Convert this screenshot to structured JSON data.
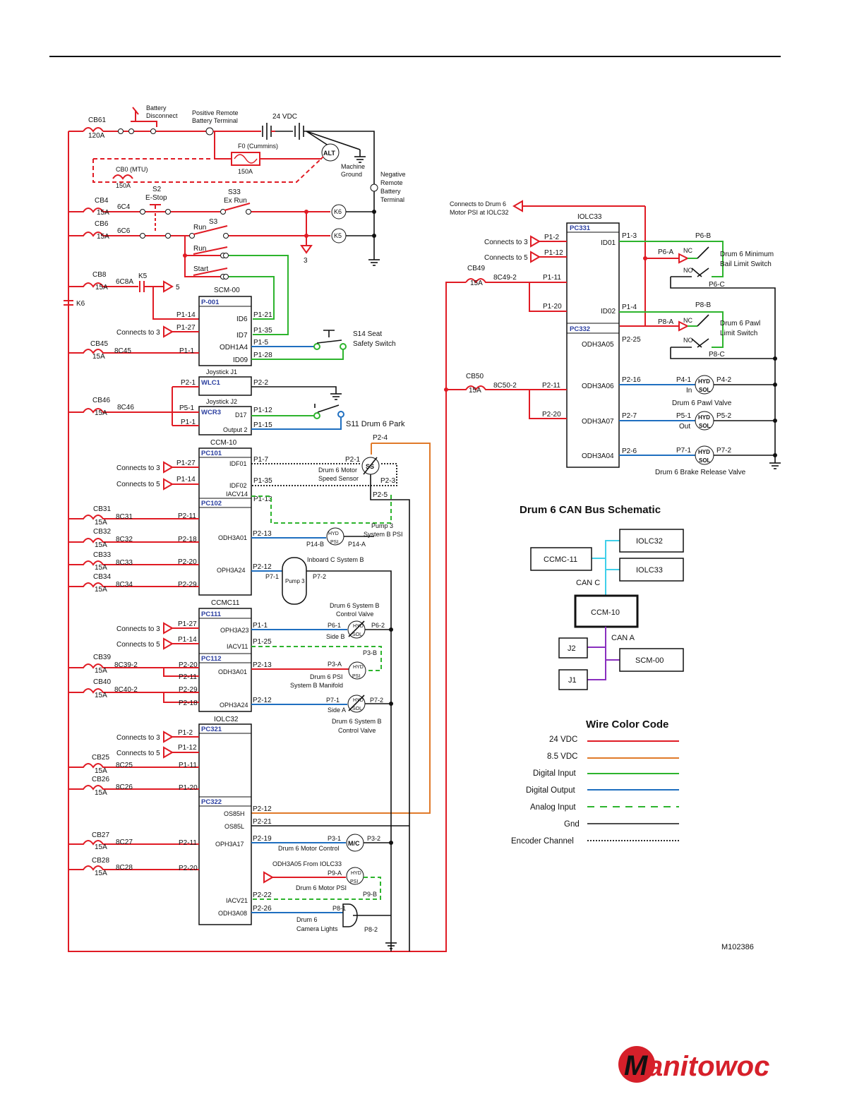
{
  "battery": {
    "cb61": "CB61",
    "cb61_amp": "120A",
    "disconnect": [
      "Battery",
      "Disconnect"
    ],
    "positive_terminal": [
      "Positive Remote",
      "Battery Terminal"
    ],
    "vdc": "24 VDC",
    "f0": "F0 (Cummins)",
    "f0_amp": "150A",
    "cb0": "CB0 (MTU)",
    "cb0_amp": "150A",
    "alt": "ALT",
    "machine_ground": [
      "Machine",
      "Ground"
    ],
    "negative_terminal": [
      "Negative",
      "Remote",
      "Battery",
      "Terminal"
    ]
  },
  "estop": {
    "cb4": "CB4",
    "cb4_amp": "15A",
    "w6c4": "6C4",
    "s2": "S2",
    "s2_name": "E-Stop",
    "s33": "S33",
    "s33_name": "Ex Run",
    "cb6": "CB6",
    "cb6_amp": "15A",
    "w6c6": "6C6",
    "s3": "S3",
    "run1": "Run",
    "run2": "Run",
    "start": "Start",
    "k6": "K6",
    "k5": "K5",
    "ref3": "3",
    "cb8": "CB8",
    "cb8_amp": "15A",
    "w6c8a": "6C8A",
    "k5lbl": "K5",
    "ref5": "5",
    "k6lbl": "K6"
  },
  "scm00": {
    "title": "SCM-00",
    "pc": "P-001",
    "p1_14": "P1-14",
    "p1_27": "P1-27",
    "connects3": "Connects to 3",
    "cb45": "CB45",
    "cb45_amp": "15A",
    "w8c45": "8C45",
    "p1_1": "P1-1",
    "id6": "ID6",
    "id7": "ID7",
    "odh1a4": "ODH1A4",
    "id09": "ID09",
    "p1_21": "P1-21",
    "p1_35": "P1-35",
    "p1_5": "P1-5",
    "p1_28": "P1-28",
    "s14": [
      "S14 Seat",
      "Safety Switch"
    ]
  },
  "joystick": {
    "j1": "Joystick J1",
    "wlc1": "WLC1",
    "p2_1": "P2-1",
    "p2_2": "P2-2",
    "j2": "Joystick J2",
    "wcr3": "WCR3",
    "d17": "D17",
    "output2": "Output 2",
    "cb46": "CB46",
    "cb46_amp": "15A",
    "w8c46": "8C46",
    "p5_1": "P5-1",
    "p1_1": "P1-1",
    "p1_12": "P1-12",
    "p1_15": "P1-15",
    "s11": "S11 Drum 6 Park"
  },
  "ccm10": {
    "title": "CCM-10",
    "pc101": "PC101",
    "pc102": "PC102",
    "c3": "Connects to 3",
    "c5": "Connects to 5",
    "p1_27": "P1-27",
    "p1_14": "P1-14",
    "idf01": "IDF01",
    "idf02": "IDF02",
    "iacv14": "IACV14",
    "p1_7": "P1-7",
    "p1_35": "P1-35",
    "p1_13": "P1-13",
    "p2_4": "P2-4",
    "p2_1": "P2-1",
    "p2_3": "P2-3",
    "p2_5": "P2-5",
    "ss": "SS",
    "speed_sensor": [
      "Drum 6 Motor",
      "Speed Sensor"
    ],
    "cb31": "CB31",
    "cb32": "CB32",
    "cb33": "CB33",
    "cb34": "CB34",
    "w31": "8C31",
    "w32": "8C32",
    "w33": "8C33",
    "w34": "8C34",
    "amp": "15A",
    "p2_11": "P2-11",
    "p2_18": "P2-18",
    "p2_20": "P2-20",
    "p2_29": "P2-29",
    "odh3a01": "ODH3A01",
    "oph3a24": "OPH3A24",
    "p2_13": "P2-13",
    "p2_12": "P2-12",
    "pump3psi": [
      "Pump 3",
      "System B PSI"
    ],
    "p14b": "P14-B",
    "p14a": "P14-A",
    "inboard": "Inboard C System B",
    "p7_1": "P7-1",
    "p7_2": "P7-2",
    "pump3": "Pump 3"
  },
  "ccmc11": {
    "title": "CCMC11",
    "pc111": "PC111",
    "pc112": "PC112",
    "c3": "Connects to 3",
    "c5": "Connects to 5",
    "p1_27": "P1-27",
    "p1_14": "P1-14",
    "oph3a23": "OPH3A23",
    "iacv11": "IACV11",
    "p1_1": "P1-1",
    "p1_25": "P1-25",
    "valve_title": [
      "Drum 6 System B",
      "Control Valve"
    ],
    "p6_1": "P6-1",
    "p6_2": "P6-2",
    "side_b": "Side B",
    "cb39": "CB39",
    "cb40": "CB40",
    "w39": "8C39-2",
    "w40": "8C40-2",
    "amp": "15A",
    "p2_20": "P2-20",
    "p2_11": "P2-11",
    "p2_29": "P2-29",
    "p2_18": "P2-18",
    "odh3a01": "ODH3A01",
    "oph3a24": "OPH3A24",
    "p2_13": "P2-13",
    "p2_12": "P2-12",
    "p3a": "P3-A",
    "p3b": "P3-B",
    "psi_name": [
      "Drum 6 PSI",
      "System B Manifold"
    ],
    "p7_1": "P7-1",
    "p7_2": "P7-2",
    "side_a": "Side A",
    "valve_a": [
      "Drum 6 System B",
      "Control Valve"
    ]
  },
  "iolc32": {
    "title": "IOLC32",
    "pc321": "PC321",
    "pc322": "PC322",
    "c3": "Connects to 3",
    "c5": "Connects to 5",
    "p1_2": "P1-2",
    "p1_12": "P1-12",
    "cb25": "CB25",
    "cb26": "CB26",
    "w25": "8C25",
    "w26": "8C26",
    "amp": "15A",
    "p1_11": "P1-11",
    "p1_20": "P1-20",
    "os85h": "OS85H",
    "os85l": "OS85L",
    "p2_12": "P2-12",
    "p2_21": "P2-21",
    "cb27": "CB27",
    "cb28": "CB28",
    "w27": "8C27",
    "w28": "8C28",
    "p2_11": "P2-11",
    "p2_20": "P2-20",
    "oph3a17": "OPH3A17",
    "p2_19": "P2-19",
    "p3_1": "P3-1",
    "p3_2": "P3-2",
    "mc": "M/C",
    "motor_control": "Drum 6 Motor Control",
    "odh_from": "ODH3A05 From IOLC33",
    "p9a": "P9-A",
    "p9b": "P9-B",
    "motor_psi": "Drum 6 Motor PSI",
    "iacv21": "IACV21",
    "odh3a08": "ODH3A08",
    "p2_22": "P2-22",
    "p2_26": "P2-26",
    "p8_1": "P8-1",
    "p8_2": "P8-2",
    "camera": [
      "Drum 6",
      "Camera Lights"
    ]
  },
  "iolc33": {
    "title": "IOLC33",
    "pc331": "PC331",
    "pc332": "PC332",
    "connects_drum": [
      "Connects to Drum 6",
      "Motor PSI at IOLC32"
    ],
    "c3": "Connects to 3",
    "c5": "Connects to 5",
    "p1_2": "P1-2",
    "p1_12": "P1-12",
    "cb49": "CB49",
    "cb49_amp": "15A",
    "w49": "8C49-2",
    "p1_11": "P1-11",
    "p1_20": "P1-20",
    "id01": "ID01",
    "id02": "ID02",
    "p1_3": "P1-3",
    "p1_4": "P1-4",
    "p6a": "P6-A",
    "p6b": "P6-B",
    "p6c": "P6-C",
    "nc": "NC",
    "no": "NO",
    "bail_switch": [
      "Drum 6 Minimum",
      "Bail Limit Switch"
    ],
    "p8a": "P8-A",
    "p8b": "P8-B",
    "p8c": "P8-C",
    "pawl_switch": [
      "Drum 6 Pawl",
      "Limit Switch"
    ],
    "odh3a05": "ODH3A05",
    "p2_25": "P2-25",
    "cb50": "CB50",
    "cb50_amp": "15A",
    "w50": "8C50-2",
    "p2_11": "P2-11",
    "p2_20": "P2-20",
    "odh3a06": "ODH3A06",
    "odh3a07": "ODH3A07",
    "odh3a04": "ODH3A04",
    "p2_16": "P2-16",
    "p2_7": "P2-7",
    "p2_6": "P2-6",
    "p4_1": "P4-1",
    "p4_2": "P4-2",
    "in": "In",
    "out": "Out",
    "pawl_valve": "Drum 6 Pawl Valve",
    "p5_1": "P5-1",
    "p5_2": "P5-2",
    "p7_1": "P7-1",
    "p7_2": "P7-2",
    "brake_valve": "Drum 6 Brake Release Valve"
  },
  "can_bus": {
    "title": "Drum 6 CAN Bus Schematic",
    "ccmc11": "CCMC-11",
    "iolc32": "IOLC32",
    "iolc33": "IOLC33",
    "can_c": "CAN C",
    "ccm10": "CCM-10",
    "can_a": "CAN A",
    "j2": "J2",
    "j1": "J1",
    "scm00": "SCM-00"
  },
  "legend": {
    "title": "Wire Color Code",
    "items": [
      {
        "label": "24 VDC",
        "color": "#e01b24",
        "style": "solid"
      },
      {
        "label": "8.5 VDC",
        "color": "#e07a2a",
        "style": "solid"
      },
      {
        "label": "Digital Input",
        "color": "#2db42d",
        "style": "solid"
      },
      {
        "label": "Digital Output",
        "color": "#1f6fc0",
        "style": "solid"
      },
      {
        "label": "Analog Input",
        "color": "#2db42d",
        "style": "dashed"
      },
      {
        "label": "Gnd",
        "color": "#111111",
        "style": "solid"
      },
      {
        "label": "Encoder Channel",
        "color": "#111111",
        "style": "dotted"
      }
    ]
  },
  "common": {
    "hyd": "HYD",
    "sol": "SOL",
    "psi": "PSI"
  },
  "figure_id": "M102386",
  "brand": "Manitowoc"
}
